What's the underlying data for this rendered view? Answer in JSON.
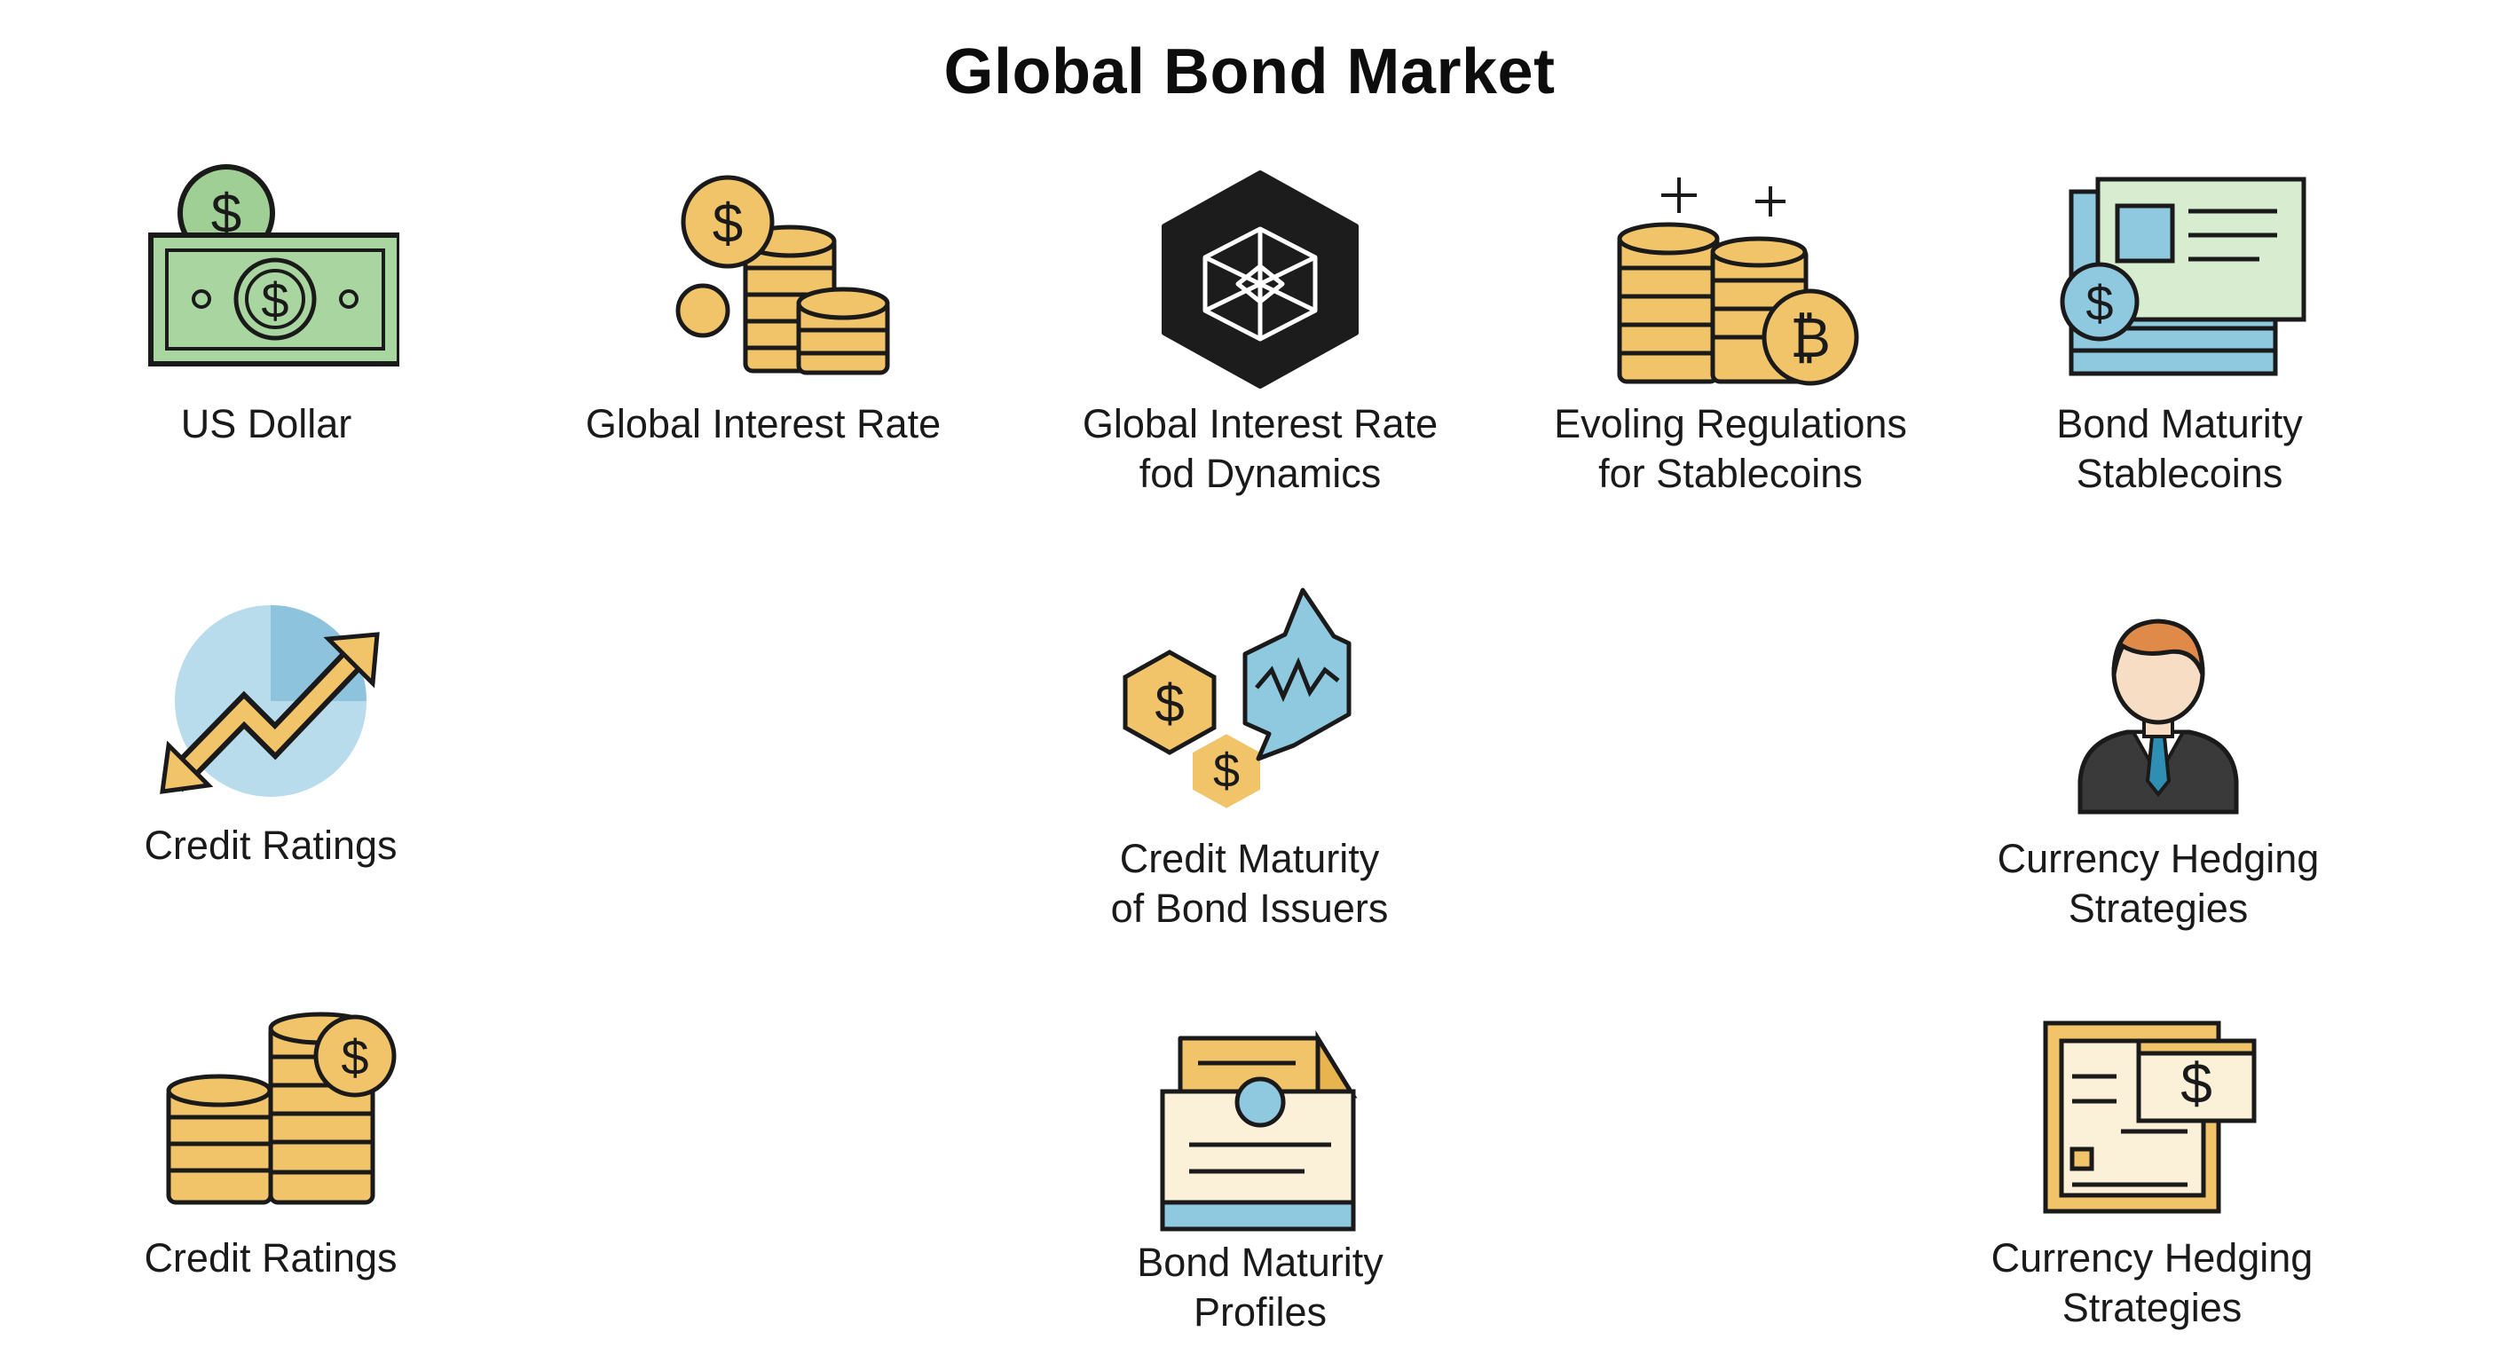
{
  "title": "Global Bond Market",
  "colors": {
    "outline": "#1a1a1a",
    "coin_gold": "#f2c46a",
    "bill_green": "#a9d6a0",
    "light_blue": "#8fc9e0",
    "cream": "#fbf0d8",
    "dark_hex": "#1c1c1c"
  },
  "items": [
    {
      "icon": "dollar-bill-icon",
      "lines": [
        "US Dollar"
      ]
    },
    {
      "icon": "coin-stacks-icon",
      "lines": [
        "Global Interest Rate"
      ]
    },
    {
      "icon": "hexagon-cube-icon",
      "lines": [
        "Global Interest Rate",
        "fod Dynamics"
      ]
    },
    {
      "icon": "bitcoin-coins-icon",
      "lines": [
        "Evoling Regulations",
        "for Stablecoins"
      ]
    },
    {
      "icon": "bond-document-icon",
      "lines": [
        "Bond Maturity",
        "Stablecoins"
      ]
    },
    {
      "icon": "trend-arrow-icon",
      "lines": [
        "Credit Ratings"
      ]
    },
    {
      "icon": "hex-coins-chat-icon",
      "lines": [
        "Credit Maturity",
        "of Bond Issuers"
      ]
    },
    {
      "icon": "businessman-icon",
      "lines": [
        "Currency Hedging",
        "Strategies"
      ]
    },
    {
      "icon": "coin-stack-dollar-icon",
      "lines": [
        "Credit Ratings"
      ]
    },
    {
      "icon": "certificate-icon",
      "lines": [
        "Bond Maturity",
        "Profiles"
      ]
    },
    {
      "icon": "framed-bill-icon",
      "lines": [
        "Currency Hedging",
        "Strategies"
      ]
    }
  ]
}
